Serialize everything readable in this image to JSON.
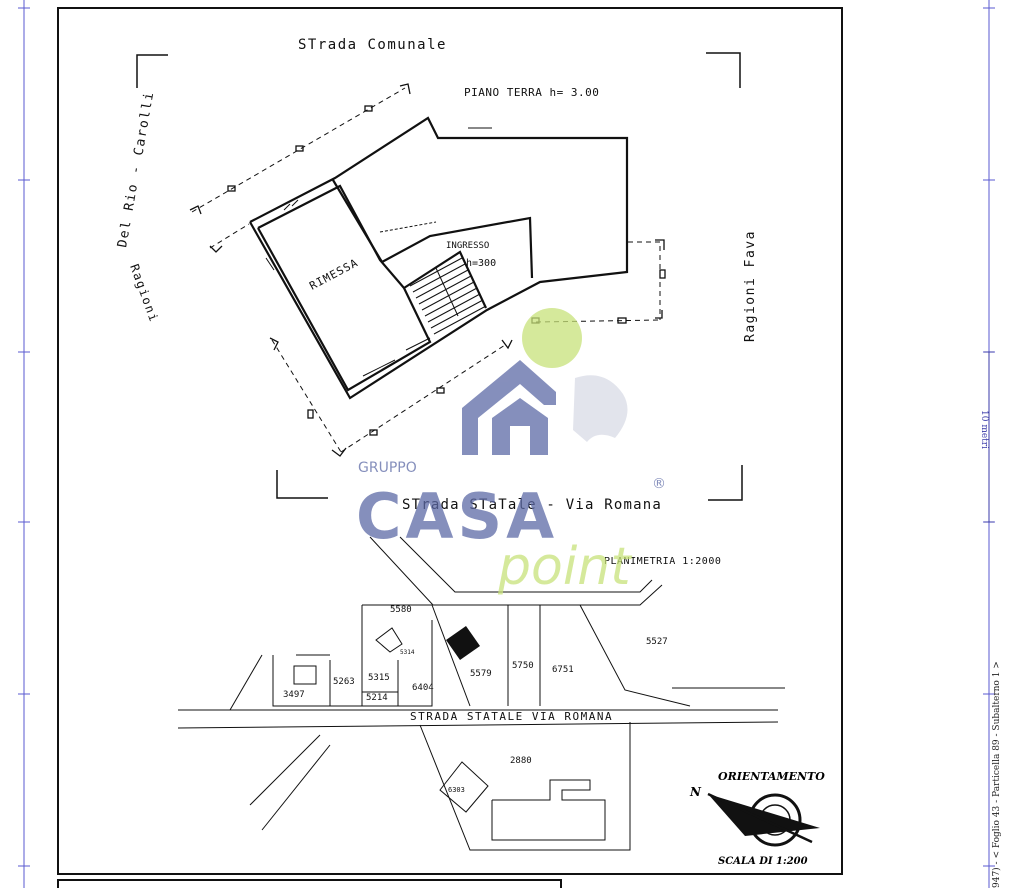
{
  "plan": {
    "road_top": "STrada Comunale",
    "floor_label": "PIANO TERRA  h= 3.00",
    "left_owner_1": "Del Rio - Carolli",
    "left_owner_2": "Ragioni",
    "right_owner": "Ragioni Fava",
    "rimessa": "RIMESSA",
    "ingresso": "INGRESSO",
    "ingresso_h": "h=300",
    "road_bottom": "STrada STaTale - Via Romana"
  },
  "site": {
    "planimetria": "PLANIMETRIA  1:2000",
    "road": "STRADA   STATALE    VIA  ROMANA",
    "parcels": [
      "5580",
      "5314",
      "5263",
      "5315",
      "3497",
      "5214",
      "6404",
      "5579",
      "5750",
      "6751",
      "5527",
      "2880",
      "6303"
    ]
  },
  "legend": {
    "orientation": "ORIENTAMENTO",
    "north": "N",
    "scale": "SCALA DI 1:200"
  },
  "watermark": {
    "group": "GRUPPO",
    "brand": "CASA",
    "brand2": "point",
    "reg": "®"
  },
  "side": {
    "scale_label": "10 metri",
    "caption": "947) - < Foglio 43 - Particella 89 - Subalterno 1 >"
  },
  "colors": {
    "frame_blue": "#5a5ad0",
    "watermark_blue": "#5d6aa6",
    "watermark_green": "#c8e27a"
  }
}
